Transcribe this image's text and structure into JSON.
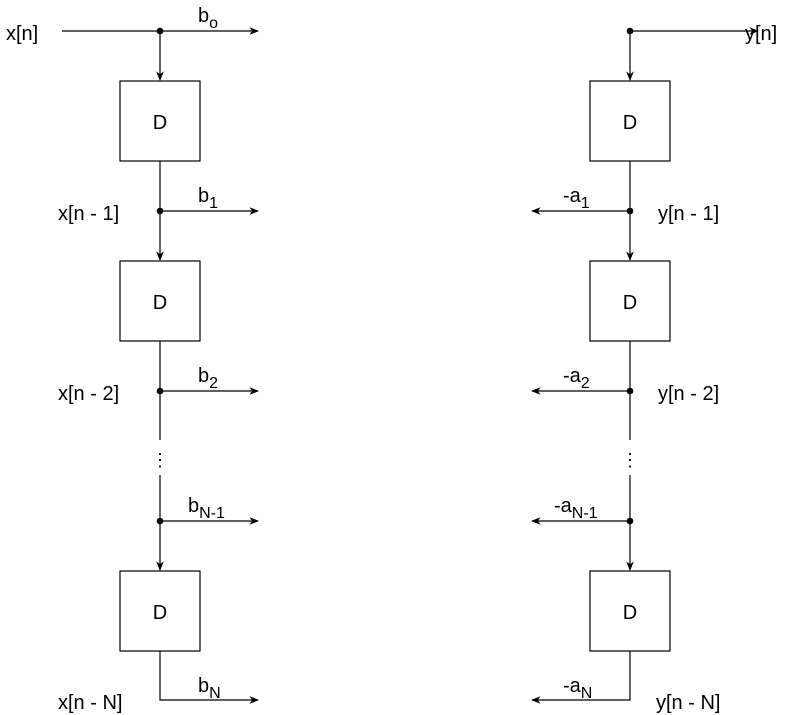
{
  "feedforward": {
    "input_label": "x[n]",
    "taps": [
      "x[n - 1]",
      "x[n - 2]",
      "x[n - N]"
    ],
    "coefficients": [
      {
        "base": "b",
        "sub": "o"
      },
      {
        "base": "b",
        "sub": "1"
      },
      {
        "base": "b",
        "sub": "2"
      },
      {
        "base": "b",
        "sub": "N-1"
      },
      {
        "base": "b",
        "sub": "N"
      }
    ],
    "delay_label": "D",
    "ellipsis": "⋮"
  },
  "feedback": {
    "output_label": "y[n]",
    "taps": [
      "y[n - 1]",
      "y[n - 2]",
      "y[n - N]"
    ],
    "coefficients": [
      {
        "base": "-a",
        "sub": "1"
      },
      {
        "base": "-a",
        "sub": "2"
      },
      {
        "base": "-a",
        "sub": "N-1"
      },
      {
        "base": "-a",
        "sub": "N"
      }
    ],
    "delay_label": "D",
    "ellipsis": "⋮"
  }
}
